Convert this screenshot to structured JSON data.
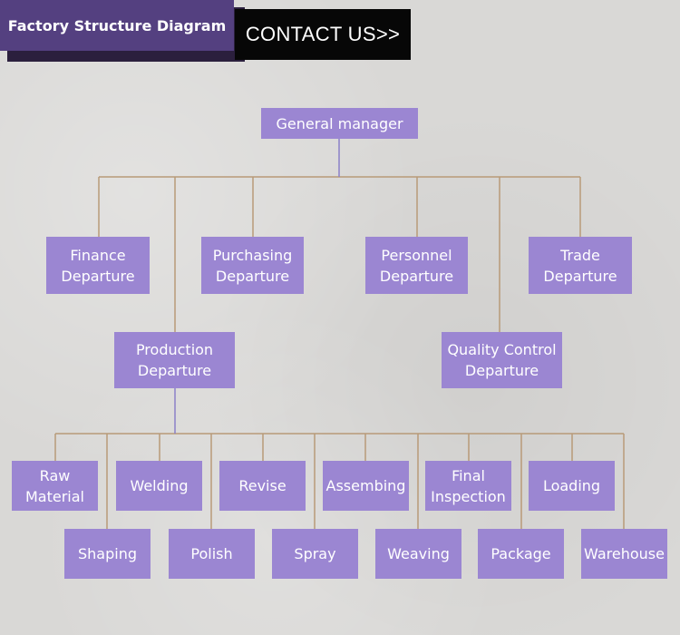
{
  "header": {
    "title": "Factory Structure Diagram",
    "contact_label": "CONTACT US>>"
  },
  "colors": {
    "node_fill": "#9b86d2",
    "title_fill": "#544080",
    "contact_fill": "#070707",
    "connector": "#b89a78"
  },
  "nodes": {
    "general_manager": [
      "General manager"
    ],
    "finance": [
      "Finance",
      "Departure"
    ],
    "purchasing": [
      "Purchasing",
      "Departure"
    ],
    "personnel": [
      "Personnel",
      "Departure"
    ],
    "trade": [
      "Trade",
      "Departure"
    ],
    "production": [
      "Production",
      "Departure"
    ],
    "quality": [
      "Quality Control",
      "Departure"
    ],
    "raw_material": [
      "Raw",
      "Material"
    ],
    "welding": [
      "Welding"
    ],
    "revise": [
      "Revise"
    ],
    "assembing": [
      "Assembing"
    ],
    "final_inspection": [
      "Final",
      "Inspection"
    ],
    "loading": [
      "Loading"
    ],
    "shaping": [
      "Shaping"
    ],
    "polish": [
      "Polish"
    ],
    "spray": [
      "Spray"
    ],
    "weaving": [
      "Weaving"
    ],
    "package": [
      "Package"
    ],
    "warehouse": [
      "Warehouse"
    ]
  }
}
